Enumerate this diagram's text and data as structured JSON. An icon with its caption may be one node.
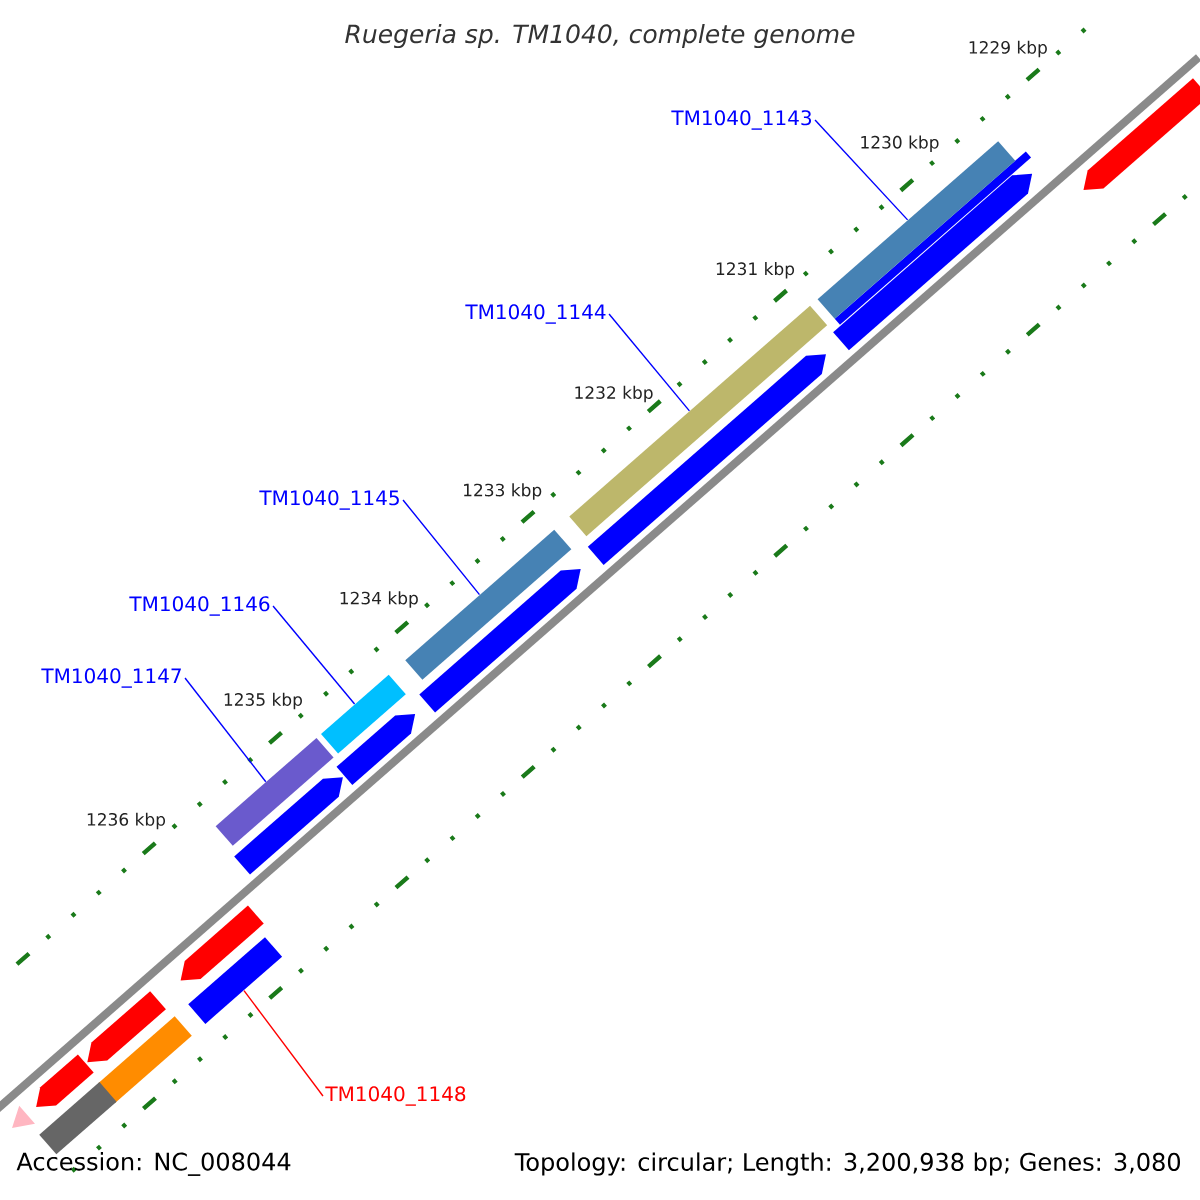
{
  "diagram": {
    "title": "*Ruegeria sp. TM1040, complete genome*",
    "nodes": [
      {
        "text": [
          "TM1040_1143"
        ]
      },
      {
        "text": [
          "TM1040_1144"
        ]
      },
      {
        "text": [
          "TM1040_1145"
        ]
      },
      {
        "text": [
          "TM1040_1146"
        ]
      },
      {
        "text": [
          "TM1040_1147"
        ]
      },
      {
        "text": [
          "TM1040_1148"
        ]
      },
      {
        "text": [],
        "shape": "bar"
      },
      {
        "text": [],
        "shape": "bar"
      },
      {
        "text": [],
        "shape": "bar"
      },
      {
        "text": [],
        "shape": "bar"
      },
      {
        "text": [],
        "shape": "bar"
      },
      {
        "text": [],
        "shape": "bar"
      }
    ],
    "edges": [
      {
        "from": 0,
        "to": 6,
        "arrow": "none"
      },
      {
        "from": 1,
        "to": 7,
        "arrow": "none"
      },
      {
        "from": 2,
        "to": 8,
        "arrow": "none"
      },
      {
        "from": 3,
        "to": 9,
        "arrow": "none"
      },
      {
        "from": 4,
        "to": 10,
        "arrow": "none"
      },
      {
        "from": 5,
        "to": 11,
        "arrow": "none",
        "color": "#ff0000"
      }
    ],
    "labels": [
      "1229 kbp",
      "1230 kbp",
      "1231 kbp",
      "1232 kbp",
      "1233 kbp",
      "1234 kbp",
      "1235 kbp",
      "1236 kbp",
      "Accession: NC_008044",
      "Topology: circular; Length: 3,200,938 bp; Genes: 3,080"
    ]
  }
}
